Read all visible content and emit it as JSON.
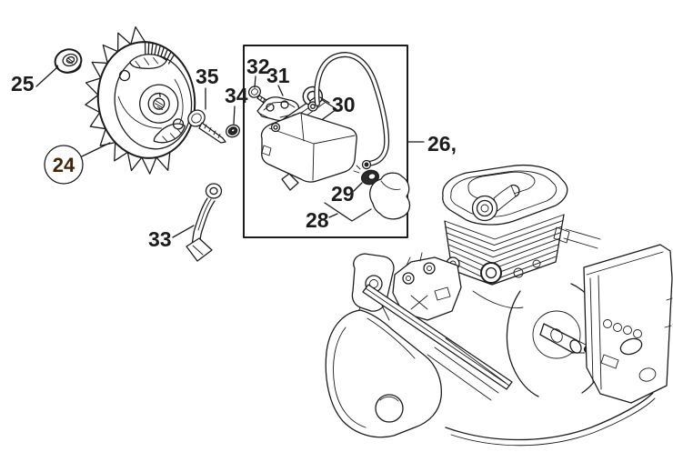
{
  "colors": {
    "background": "#ffffff",
    "line": "#1c1c1c",
    "highlight_ring": "#dc8440",
    "highlight_fill": "#f8cfa6",
    "highlight_text": "#402508"
  },
  "callouts": [
    {
      "label": "25",
      "highlighted": false
    },
    {
      "label": "24",
      "highlighted": true
    },
    {
      "label": "35",
      "highlighted": false
    },
    {
      "label": "34",
      "highlighted": false
    },
    {
      "label": "32",
      "highlighted": false
    },
    {
      "label": "31",
      "highlighted": false
    },
    {
      "label": "30",
      "highlighted": false
    },
    {
      "label": "29",
      "highlighted": false
    },
    {
      "label": "28",
      "highlighted": false
    },
    {
      "label": "33",
      "highlighted": false
    },
    {
      "label": "26,",
      "highlighted": false
    }
  ]
}
